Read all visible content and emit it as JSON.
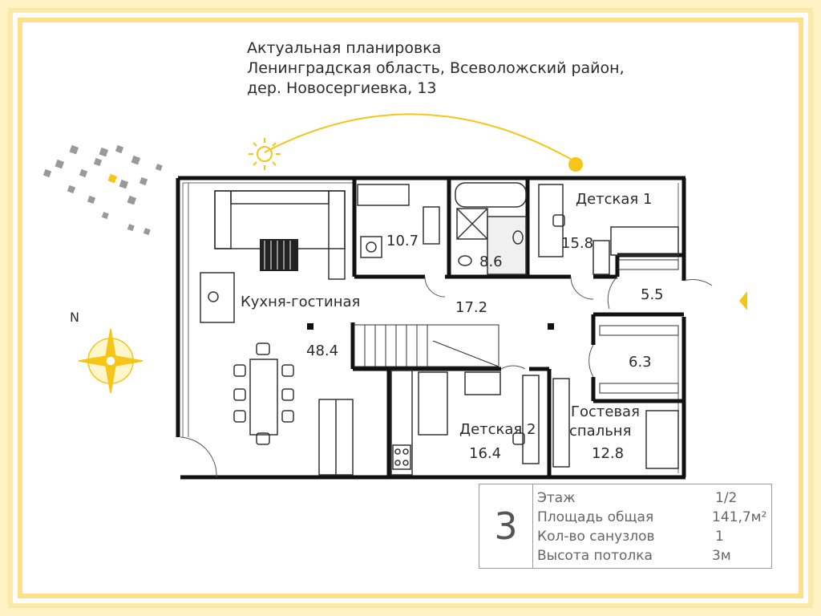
{
  "header": {
    "line1": "Актуальная планировка",
    "line2": "Ленинградская область, Всеволожский район,",
    "line3": "дер. Новосергиевка, 13"
  },
  "compass": {
    "north_label": "N"
  },
  "rooms": {
    "living_kitchen_name": "Кухня-гостиная",
    "living_kitchen_area": "48.4",
    "kitchen_area": "10.7",
    "bath_area": "8.6",
    "kids1_name": "Детская 1",
    "kids1_area": "15.8",
    "hall_area": "17.2",
    "storage1_area": "5.5",
    "storage2_area": "6.3",
    "kids2_name": "Детская 2",
    "kids2_area": "16.4",
    "guest_name_line1": "Гостевая",
    "guest_name_line2": "спальня",
    "guest_area": "12.8"
  },
  "info": {
    "number": "3",
    "floor_label": "Этаж",
    "floor_value": "1/2",
    "area_label": "Площадь общая",
    "area_value": "141,7м²",
    "bath_label": "Кол-во санузлов",
    "bath_value": "1",
    "height_label": "Высота потолка",
    "height_value": "3м"
  },
  "colors": {
    "accent": "#f5c518",
    "border_yellow": "#fde08a",
    "wall": "#111111"
  }
}
